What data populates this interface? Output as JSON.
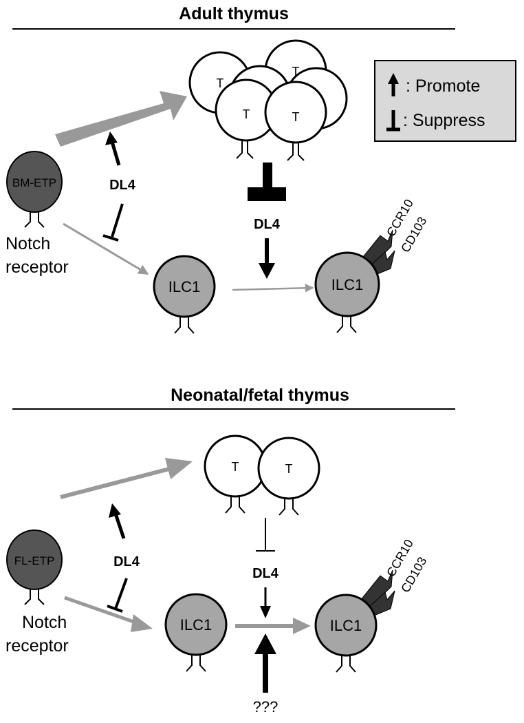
{
  "adult": {
    "title": "Adult thymus",
    "t_label": "T",
    "progenitor": "BM-ETP",
    "receptor_line1": "Notch",
    "receptor_line2": "receptor",
    "ligand_left": "DL4",
    "ligand_center": "DL4",
    "ilc_left": "ILC1",
    "ilc_right": "ILC1",
    "marker_1": "CCR10",
    "marker_2": "CD103"
  },
  "neonatal": {
    "title": "Neonatal/fetal thymus",
    "t_label": "T",
    "progenitor": "FL-ETP",
    "receptor_line1": "Notch",
    "receptor_line2": "receptor",
    "ligand_left": "DL4",
    "ligand_center": "DL4",
    "ilc_left": "ILC1",
    "ilc_right": "ILC1",
    "marker_1": "CCR10",
    "marker_2": "CD103",
    "unknown_factor": "???"
  },
  "legend": {
    "promote": ": Promote",
    "suppress": ": Suppress"
  },
  "colors": {
    "dark_cell": "#555555",
    "grey_cell": "#a6a6a6",
    "grey_arrow": "#999999",
    "legend_bg": "#d9d9d9"
  }
}
